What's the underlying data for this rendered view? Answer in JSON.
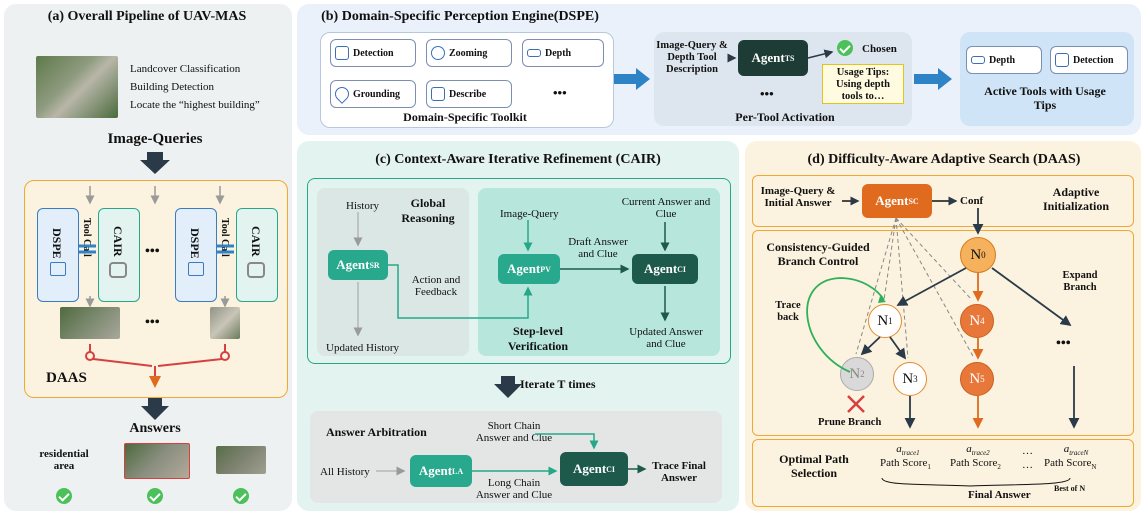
{
  "panel_a": {
    "title": "(a) Overall Pipeline of UAV-MAS",
    "queries": [
      "Landcover Classification",
      "Building Detection",
      "Locate the “highest building”"
    ],
    "image_queries_label": "Image-Queries",
    "dspe_label": "DSPE",
    "tool_call_label": "Tool Call",
    "cair_label": "CAIR",
    "ellipsis": "•••",
    "daas_label": "DAAS",
    "answers_label": "Answers",
    "answer_text": "residential area"
  },
  "panel_b": {
    "title": "(b) Domain-Specific Perception Engine(DSPE)",
    "tools": [
      "Detection",
      "Zooming",
      "Depth",
      "Grounding",
      "Describe"
    ],
    "tools_ellipsis": "•••",
    "toolkit_label": "Domain-Specific Toolkit",
    "input_label": "Image-Query & Depth Tool Description",
    "agent_ts": "Agent",
    "agent_ts_sub": "TS",
    "chosen_label": "Chosen",
    "usage_tips": "Usage Tips: Using depth tools to…",
    "agent_ellipsis": "•••",
    "activation_label": "Per-Tool Activation",
    "active_tools": [
      "Depth",
      "Detection"
    ],
    "active_label": "Active Tools with Usage Tips"
  },
  "panel_c": {
    "title": "(c) Context-Aware Iterative Refinement (CAIR)",
    "global_reasoning": "Global Reasoning",
    "history": "History",
    "agent_sr": "Agent",
    "agent_sr_sub": "SR",
    "action_feedback": "Action and Feedback",
    "updated_history": "Updated History",
    "image_query": "Image-Query",
    "current_answer": "Current Answer and Clue",
    "draft_answer": "Draft Answer and Clue",
    "agent_pv": "Agent",
    "agent_pv_sub": "PV",
    "agent_ci": "Agent",
    "agent_ci_sub": "CI",
    "updated_answer": "Updated Answer and Clue",
    "step_verification": "Step-level Verification",
    "iterate": "Iterate T times",
    "answer_arbitration": "Answer Arbitration",
    "short_chain": "Short Chain Answer and Clue",
    "all_history": "All History",
    "agent_la": "Agent",
    "agent_la_sub": "LA",
    "long_chain": "Long Chain Answer and Clue",
    "agent_ci2": "Agent",
    "agent_ci2_sub": "CI",
    "trace_final": "Trace Final Answer"
  },
  "panel_d": {
    "title": "(d) Difficulty-Aware Adaptive Search (DAAS)",
    "input": "Image-Query & Initial Answer",
    "agent_sc": "Agent",
    "agent_sc_sub": "SC",
    "conf": "Conf",
    "adaptive_init": "Adaptive Initialization",
    "branch_control": "Consistency-Guided Branch Control",
    "trace_back": "Trace back",
    "expand_branch": "Expand Branch",
    "prune_branch": "Prune Branch",
    "nodes": {
      "n0": "N",
      "n0s": "0",
      "n1": "N",
      "n1s": "1",
      "n2": "N",
      "n2s": "2",
      "n3": "N",
      "n3s": "3",
      "n4": "N",
      "n4s": "4",
      "n5": "N",
      "n5s": "5"
    },
    "dots": "•••",
    "optimal_path": "Optimal Path Selection",
    "traces": [
      "a",
      "a",
      "a"
    ],
    "trace_subs": [
      "trace1",
      "trace2",
      "traceN"
    ],
    "path_scores": [
      "Path Score",
      "Path Score",
      "Path Score"
    ],
    "path_subs": [
      "1",
      "2",
      "N"
    ],
    "mid_dots": "…",
    "final_answer": "Final Answer",
    "best_of": "Best of  N"
  },
  "colors": {
    "panel_a_bg": "#eef2f1",
    "panel_b_bg": "#eaf1fb",
    "panel_c_bg": "#e6f4f2",
    "panel_d_bg": "#fbf4e2",
    "teal_dark": "#1f6e5c",
    "teal": "#25a88a",
    "orange": "#e06a1e",
    "blue_arrow": "#2e83c6"
  }
}
